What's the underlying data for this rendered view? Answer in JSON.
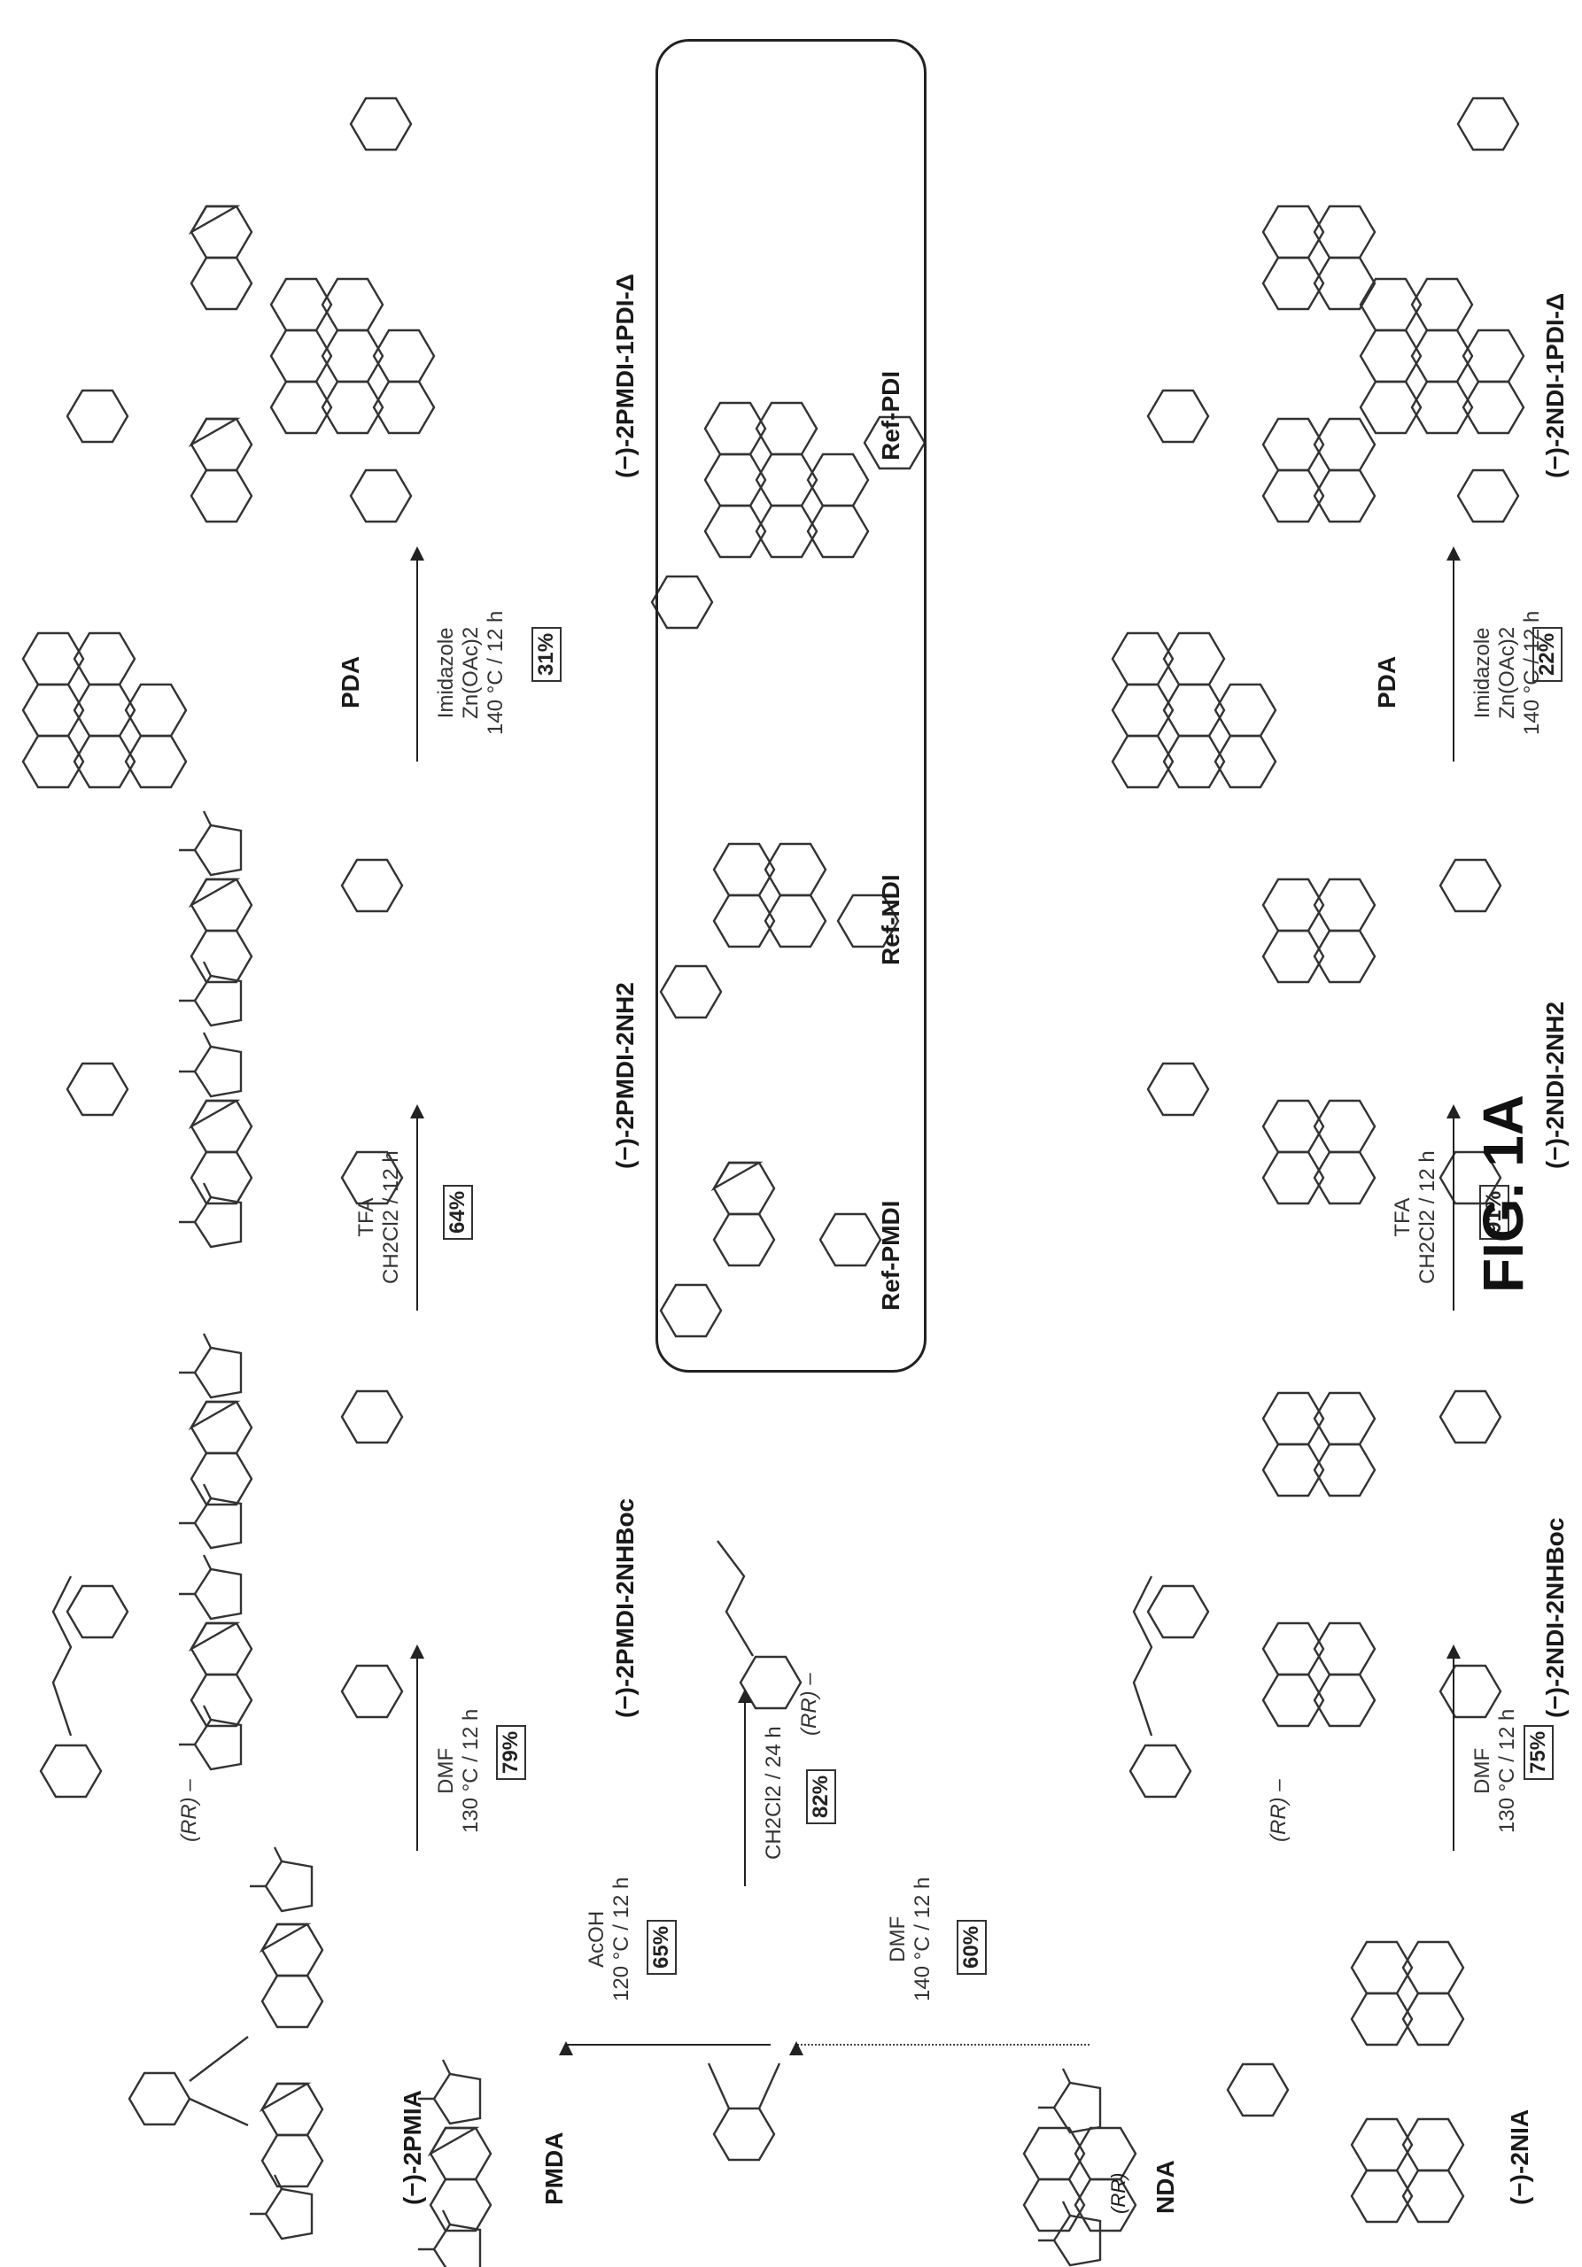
{
  "figure": {
    "title": "FIG. 1A"
  },
  "reagents": {
    "pmda": "PMDA",
    "nda": "NDA",
    "pda_top": "PDA",
    "pda_bottom": "PDA",
    "rr_prefix_top": "(RR) –",
    "rr_prefix_bottom": "(RR) –",
    "rr_prefix_mid": "(RR) –",
    "rr_diamine": "(RR)"
  },
  "conditions": {
    "c1": [
      "AcOH",
      "120 °C / 12 h"
    ],
    "c2": [
      "CH2Cl2 / 24 h"
    ],
    "c3": [
      "DMF",
      "140 °C / 12 h"
    ],
    "c4": [
      "DMF",
      "130 °C / 12 h"
    ],
    "c5": [
      "TFA",
      "CH2Cl2 / 12 h"
    ],
    "c6": [
      "Imidazole",
      "Zn(OAc)2",
      "140 °C / 12 h"
    ],
    "c7": [
      "DMF",
      "130 °C / 12 h"
    ],
    "c8": [
      "TFA",
      "CH2Cl2 / 12 h"
    ],
    "c9": [
      "Imidazole",
      "Zn(OAc)2",
      "140 °C / 12 h"
    ]
  },
  "yields": {
    "y1": "65%",
    "y2": "82%",
    "y3": "60%",
    "y4": "79%",
    "y5": "64%",
    "y6": "31%",
    "y7": "75%",
    "y8": "91%",
    "y9": "22%"
  },
  "products": {
    "p_2pmia": "(−)-2PMIA",
    "p_2nia": "(−)-2NIA",
    "p_2pmdi_boc": "(−)-2PMDI-2NHBoc",
    "p_2pmdi_nh2": "(−)-2PMDI-2NH2",
    "p_2pmdi_pdi": "(−)-2PMDI-1PDI-Δ",
    "p_2ndi_boc": "(−)-2NDI-2NHBoc",
    "p_2ndi_nh2": "(−)-2NDI-2NH2",
    "p_2ndi_pdi": "(−)-2NDI-1PDI-Δ"
  },
  "references": {
    "ref_pmdi": "Ref-PMDI",
    "ref_ndi": "Ref-NDI",
    "ref_pdi": "Ref-PDI"
  }
}
